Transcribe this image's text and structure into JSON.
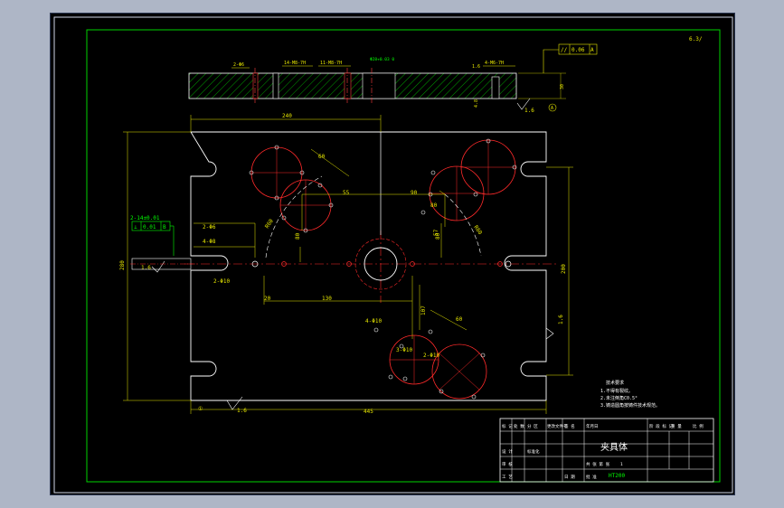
{
  "colors": {
    "background": "#000000",
    "frame": "#ffffff",
    "border_green": "#00d200",
    "part_outline": "#ffffff",
    "dimension": "#e6e600",
    "centerline": "#ff2a2a",
    "hatch": "#00c800",
    "annotation": "#00ff00"
  },
  "side_view": {
    "callouts": [
      "2-Φ6",
      "14-M8-7H",
      "11-M8-7H",
      "Φ28+0.03 0",
      "1.6",
      "4-M6-7H"
    ],
    "tolerance": {
      "symbol": "//",
      "value": "0.06",
      "datum": "A"
    },
    "dims": {
      "thickness": "30",
      "offset": "4.8",
      "roughness": "1.6",
      "datum_label": "A"
    },
    "corner_note": "6.3/"
  },
  "plan_view": {
    "dims": {
      "overall_length": "445",
      "overall_width": "280",
      "top_span": "240",
      "side_width": "200",
      "inner_1": "55",
      "inner_2": "90",
      "inner_3": "80",
      "inner_4": "80",
      "angle_1": "60",
      "angle_2": "60",
      "bottom_1": "20",
      "bottom_2": "130",
      "right_1": "80",
      "v_1": "57",
      "v_2": "107",
      "r1": "R60",
      "r2": "R60",
      "pin_1": "2-Φ6",
      "pin_2": "4-Φ8",
      "pin_3": "2-Φ10",
      "pin_4": "4-Φ10",
      "pin_5": "3-Φ10",
      "pin_6": "2-Φ10",
      "left_roughness": "1.6",
      "right_roughness": "1.6",
      "bottom_roughness": "1.6",
      "datum_circle": "①",
      "datum_circle_2": "①"
    },
    "left_callout": {
      "hole": "2-14±0.01",
      "tol_symbol": "⊥",
      "tol_value": "0.01",
      "tol_datum": "B"
    }
  },
  "tech_notes": {
    "title": "技术要求",
    "items": [
      "1.不得有裂纹。",
      "2.未注倒角C0.5°",
      "3.铸造圆角按铸件技术规范。"
    ]
  },
  "title_block": {
    "part_name": "夹具体",
    "material": "HT200",
    "header_cells": [
      "标 记",
      "处 数",
      "分 区",
      "更改文件号",
      "签 名",
      "年月日"
    ],
    "row2_cells": [
      "设 计",
      "标准化",
      "阶 段 标 记",
      "重 量",
      "比 例"
    ],
    "row3_cells": [
      "审 核",
      "工 艺",
      "日 期",
      "批 准"
    ],
    "scale": "1",
    "sheet": "共 张 第 张"
  }
}
